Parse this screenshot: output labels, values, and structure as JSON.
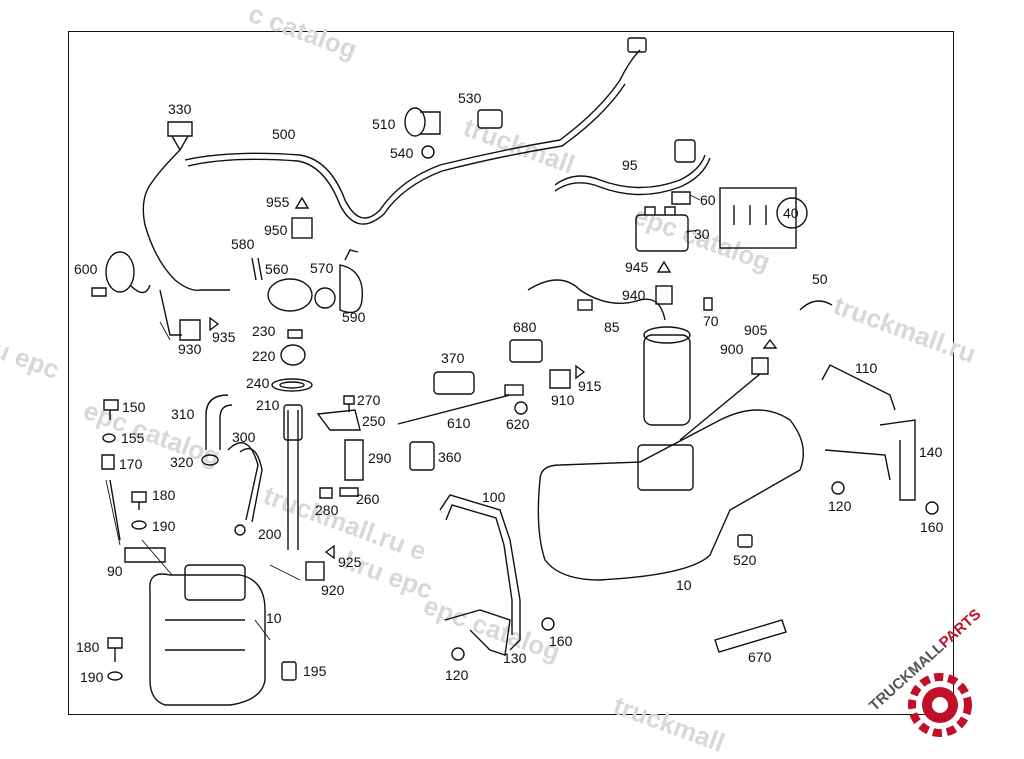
{
  "watermark": {
    "texts": [
      "c catalog",
      "truckmall",
      "epc catalog",
      "truckmall.ru",
      "ru epc",
      "epc catalog",
      "truckmall.ru e",
      "l.ru epc",
      "epc catalog",
      "truckmall"
    ]
  },
  "logo": {
    "word_a": "TRUCKMALL",
    "word_b": "PARTS",
    "color_dark": "#555555",
    "color_accent": "#c0102a"
  },
  "callouts": [
    {
      "num": "330"
    },
    {
      "num": "500"
    },
    {
      "num": "510"
    },
    {
      "num": "530"
    },
    {
      "num": "540"
    },
    {
      "num": "95"
    },
    {
      "num": "60"
    },
    {
      "num": "40"
    },
    {
      "num": "30"
    },
    {
      "num": "955"
    },
    {
      "num": "950"
    },
    {
      "num": "580"
    },
    {
      "num": "560"
    },
    {
      "num": "570"
    },
    {
      "num": "590"
    },
    {
      "num": "600"
    },
    {
      "num": "930"
    },
    {
      "num": "935"
    },
    {
      "num": "230"
    },
    {
      "num": "220"
    },
    {
      "num": "945"
    },
    {
      "num": "940"
    },
    {
      "num": "50"
    },
    {
      "num": "85"
    },
    {
      "num": "70"
    },
    {
      "num": "680"
    },
    {
      "num": "905"
    },
    {
      "num": "900"
    },
    {
      "num": "370"
    },
    {
      "num": "110"
    },
    {
      "num": "240"
    },
    {
      "num": "270"
    },
    {
      "num": "915"
    },
    {
      "num": "910"
    },
    {
      "num": "150"
    },
    {
      "num": "310"
    },
    {
      "num": "210"
    },
    {
      "num": "250"
    },
    {
      "num": "610"
    },
    {
      "num": "620"
    },
    {
      "num": "155"
    },
    {
      "num": "300"
    },
    {
      "num": "360"
    },
    {
      "num": "290"
    },
    {
      "num": "140"
    },
    {
      "num": "170"
    },
    {
      "num": "320"
    },
    {
      "num": "180"
    },
    {
      "num": "260"
    },
    {
      "num": "100"
    },
    {
      "num": "280"
    },
    {
      "num": "120"
    },
    {
      "num": "190"
    },
    {
      "num": "160"
    },
    {
      "num": "200"
    },
    {
      "num": "520"
    },
    {
      "num": "90"
    },
    {
      "num": "925"
    },
    {
      "num": "10"
    },
    {
      "num": "920"
    },
    {
      "num": "10"
    },
    {
      "num": "160"
    },
    {
      "num": "180"
    },
    {
      "num": "195"
    },
    {
      "num": "670"
    },
    {
      "num": "130"
    },
    {
      "num": "190"
    },
    {
      "num": "120"
    }
  ]
}
